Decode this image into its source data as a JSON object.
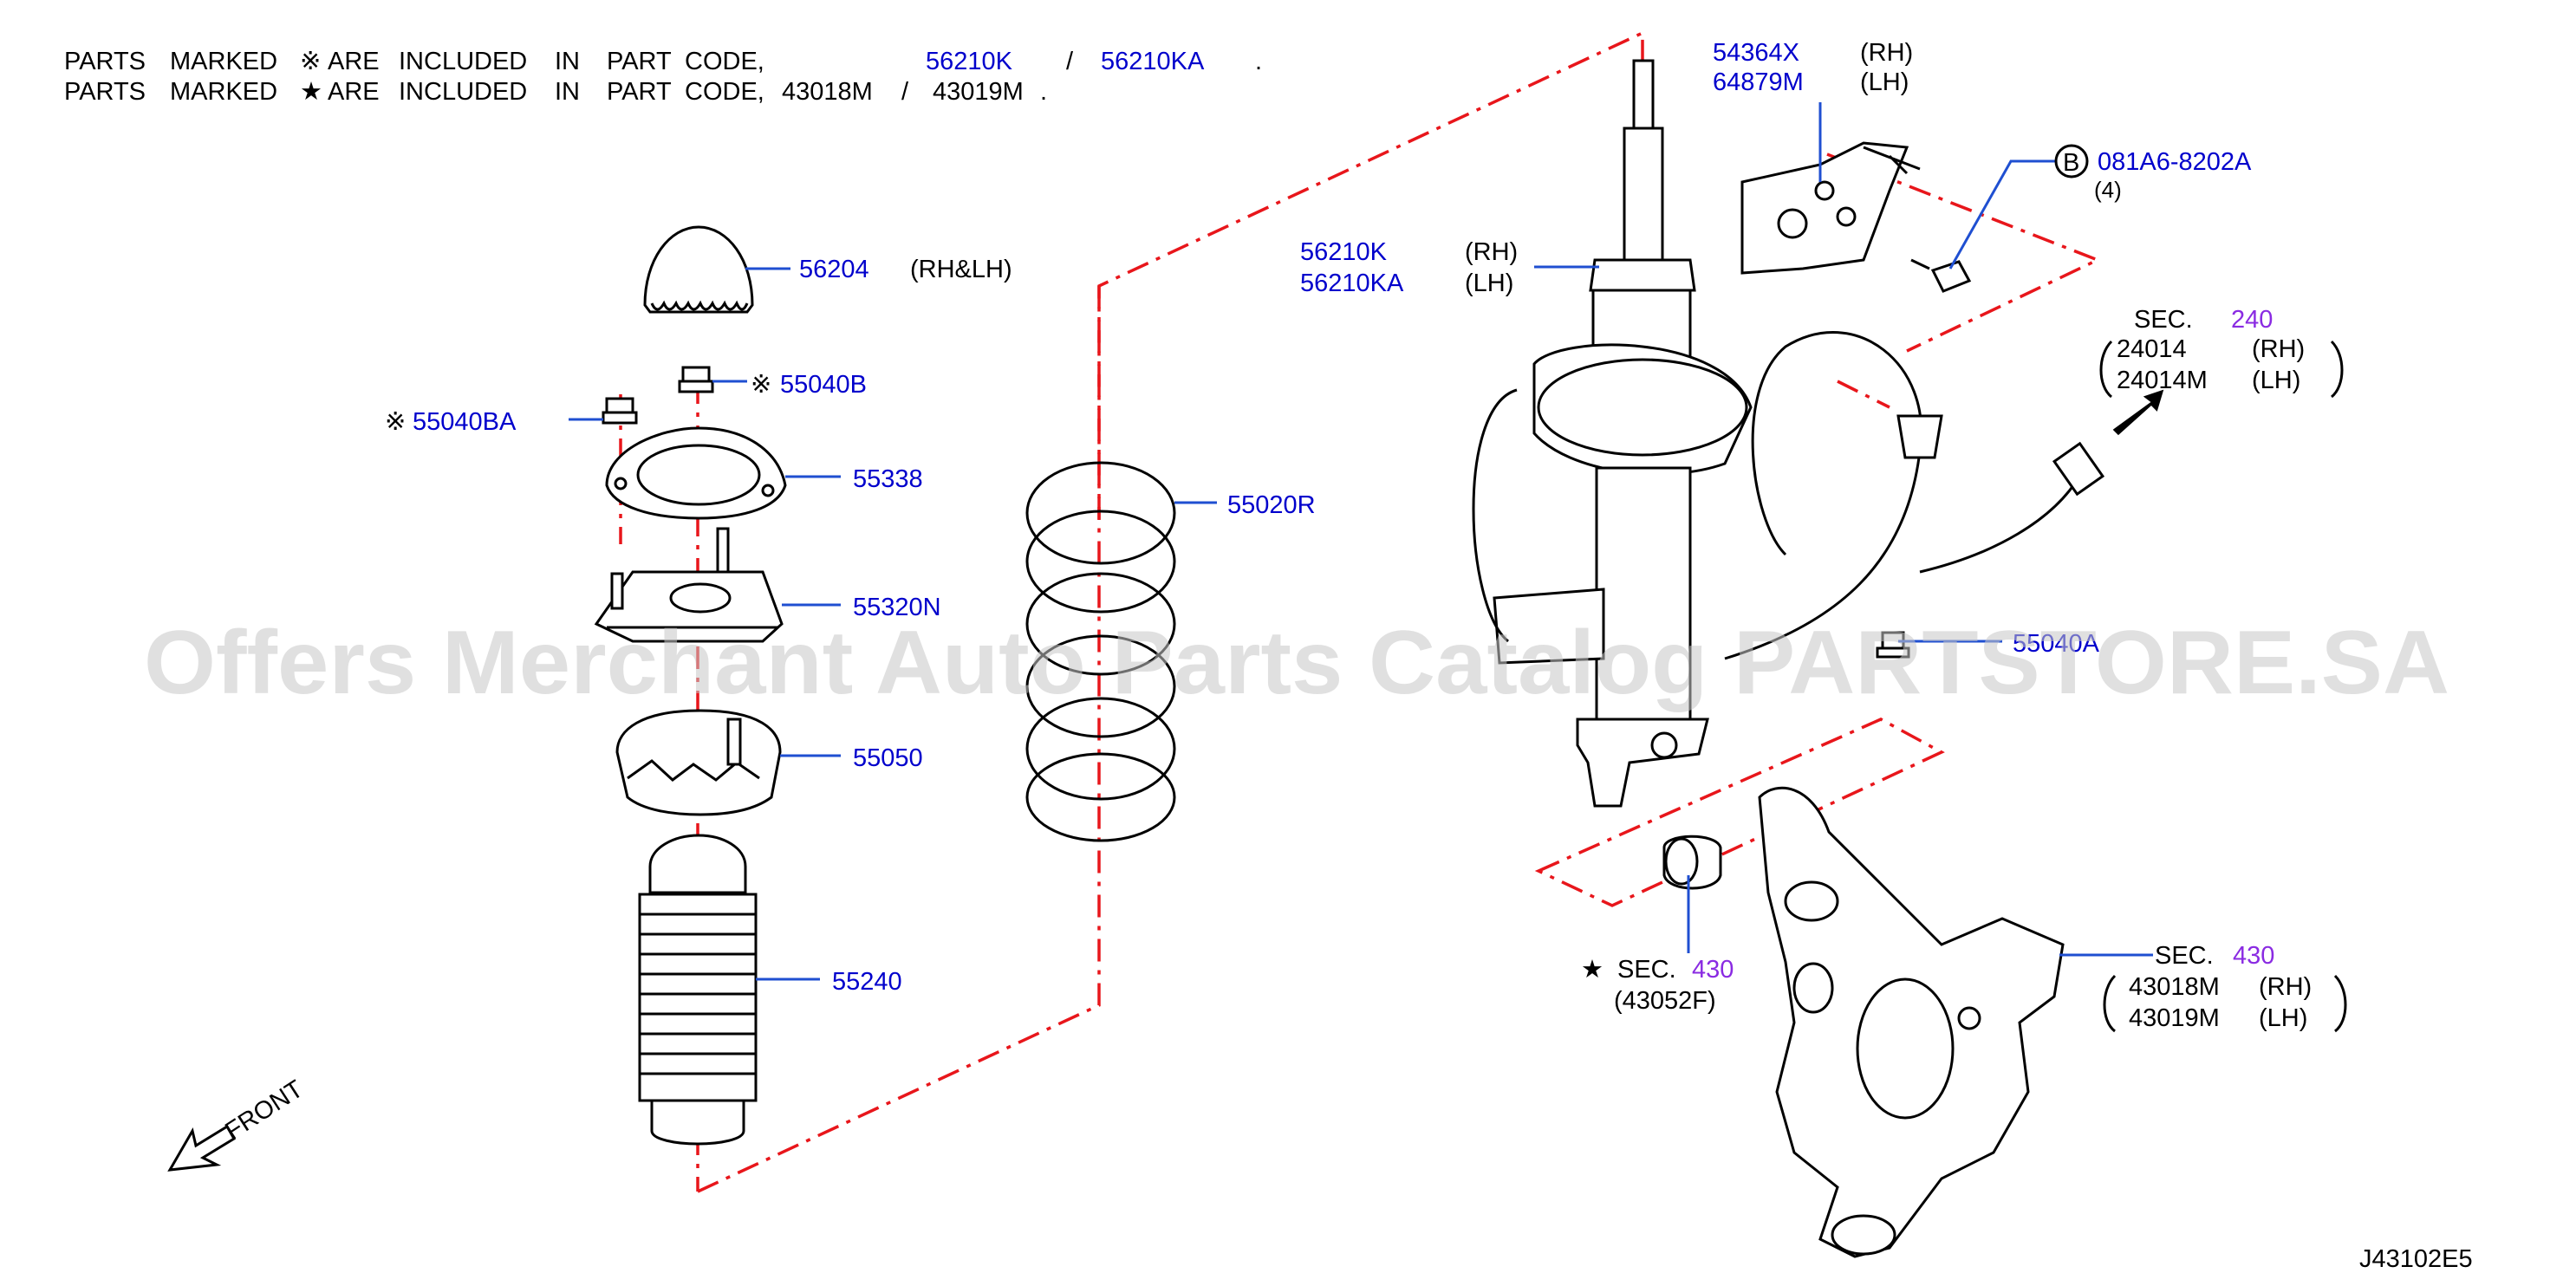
{
  "notes": {
    "line1": {
      "words": [
        "PARTS",
        "MARKED",
        "※",
        "ARE",
        "INCLUDED",
        "IN",
        "PART",
        "CODE,"
      ],
      "code_a": "56210K",
      "slash": "/",
      "code_b": "56210KA",
      "end": "."
    },
    "line2": {
      "words": [
        "PARTS",
        "MARKED",
        "★",
        "ARE",
        "INCLUDED",
        "IN",
        "PART",
        "CODE,"
      ],
      "code_a": "43018M",
      "slash": "/",
      "code_b": "43019M",
      "end": "."
    }
  },
  "labels": {
    "p56204": {
      "code": "56204",
      "side": "(RH&LH)"
    },
    "p55040B": {
      "mark": "※",
      "code": "55040B"
    },
    "p55040BA": {
      "mark": "※",
      "code": "55040BA"
    },
    "p55338": {
      "code": "55338"
    },
    "p55320N": {
      "code": "55320N"
    },
    "p55050": {
      "code": "55050"
    },
    "p55240": {
      "code": "55240"
    },
    "p55020R": {
      "code": "55020R"
    },
    "p56210": {
      "code_rh": "56210K",
      "side_rh": "(RH)",
      "code_lh": "56210KA",
      "side_lh": "(LH)"
    },
    "p54364": {
      "code_rh": "54364X",
      "side_rh": "(RH)",
      "code_lh": "64879M",
      "side_lh": "(LH)"
    },
    "bolt": {
      "circle": "B",
      "code": "081A6-8202A",
      "qty": "(4)"
    },
    "sec240": {
      "sec": "SEC.",
      "num": "240",
      "code_rh": "24014",
      "side_rh": "(RH)",
      "code_lh": "24014M",
      "side_lh": "(LH)"
    },
    "p55040A": {
      "code": "55040A"
    },
    "sec430_bush": {
      "mark": "★",
      "sec": "SEC.",
      "num": "430",
      "sub": "(43052F)"
    },
    "sec430_knuckle": {
      "sec": "SEC.",
      "num": "430",
      "code_rh": "43018M",
      "side_rh": "(RH)",
      "code_lh": "43019M",
      "side_lh": "(LH)"
    }
  },
  "front_label": "FRONT",
  "diagram_code": "J43102E5",
  "watermark": "Offers Merchant Auto Parts Catalog PARTSTORE.SA",
  "colors": {
    "label": "#0000cc",
    "section_number": "#8a2be2",
    "leader": "#1f4fd1",
    "centerline": "#e8161b",
    "outline": "#000000"
  }
}
